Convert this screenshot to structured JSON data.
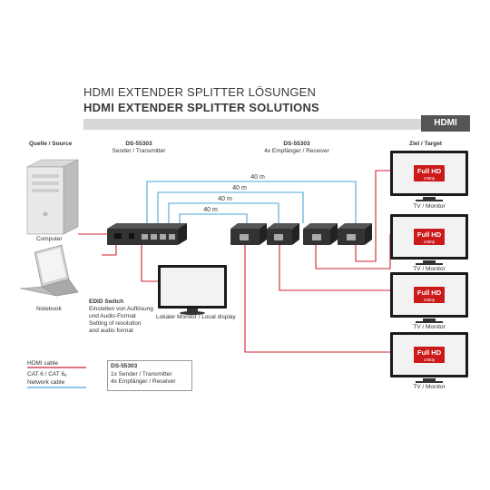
{
  "header": {
    "title_de": "HDMI EXTENDER SPLITTER LÖSUNGEN",
    "title_en": "HDMI EXTENDER SPLITTER SOLUTIONS",
    "tag": "HDMI"
  },
  "columns": {
    "source": "Quelle / Source",
    "transmitter_model": "DS-55303",
    "transmitter_role": "Sender / Transmitter",
    "receiver_model": "DS-55303",
    "receiver_role": "4x Empfänger / Receiver",
    "target": "Ziel / Target"
  },
  "devices": {
    "computer": "Computer",
    "notebook": "Notebook",
    "local_monitor": "Lokaler Monitor / Local display"
  },
  "distances": [
    "40 m",
    "40 m",
    "40 m",
    "40 m"
  ],
  "edid": {
    "title": "EDID Switch",
    "lines": [
      "Einstellen von Auflösung",
      "und Audio-Format",
      "Setting of resolution",
      "and audio format"
    ]
  },
  "tv": {
    "badge": "Full HD",
    "sub": "1080p",
    "label": "TV / Monitor"
  },
  "legend": {
    "hdmi": "HDMI cable",
    "cat": "CAT 6 / CAT 6ₐ",
    "network": "Network cable"
  },
  "package": {
    "model": "DS-55303",
    "line1": "1x Sender / Transmitter",
    "line2": "4x Empfänger / Receiver"
  },
  "colors": {
    "hdmi": "#d0222c",
    "network": "#4aa7d8",
    "tag_bg": "#555555",
    "badge": "#cc1a1a"
  }
}
